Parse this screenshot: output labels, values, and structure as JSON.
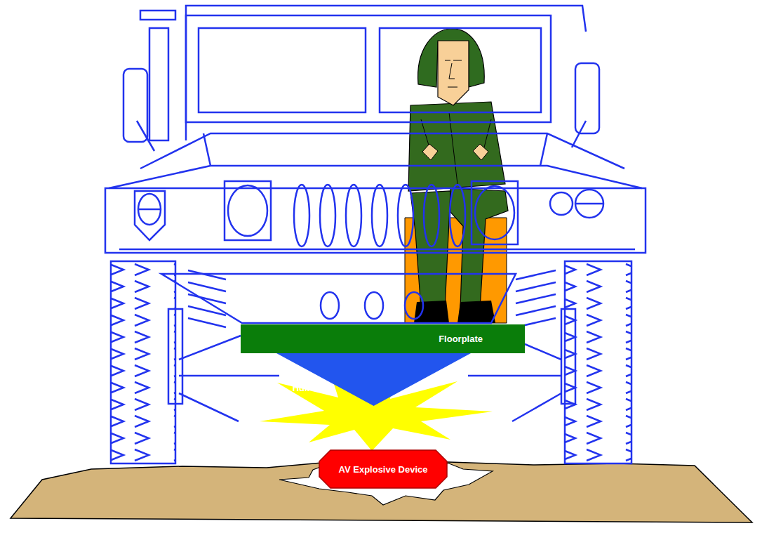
{
  "diagram": {
    "nodes": [
      {
        "text": [
          "Floorplate"
        ]
      },
      {
        "text": [
          "Vehicle Hull"
        ]
      },
      {
        "text": [
          "AV Explosive Device"
        ]
      }
    ]
  }
}
